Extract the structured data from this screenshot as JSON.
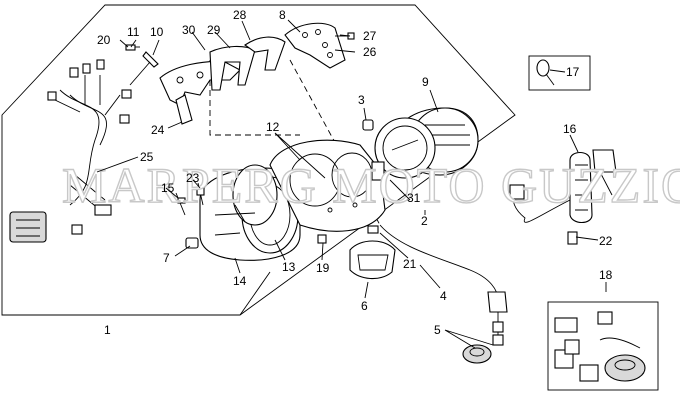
{
  "watermark": "MARPERG MOTO GUZZIO",
  "callouts": [
    "1",
    "2",
    "3",
    "4",
    "5",
    "6",
    "7",
    "8",
    "9",
    "10",
    "11",
    "12",
    "13",
    "14",
    "15",
    "16",
    "17",
    "18",
    "19",
    "20",
    "21",
    "22",
    "23",
    "24",
    "25",
    "26",
    "27",
    "28",
    "29",
    "30",
    "31"
  ]
}
